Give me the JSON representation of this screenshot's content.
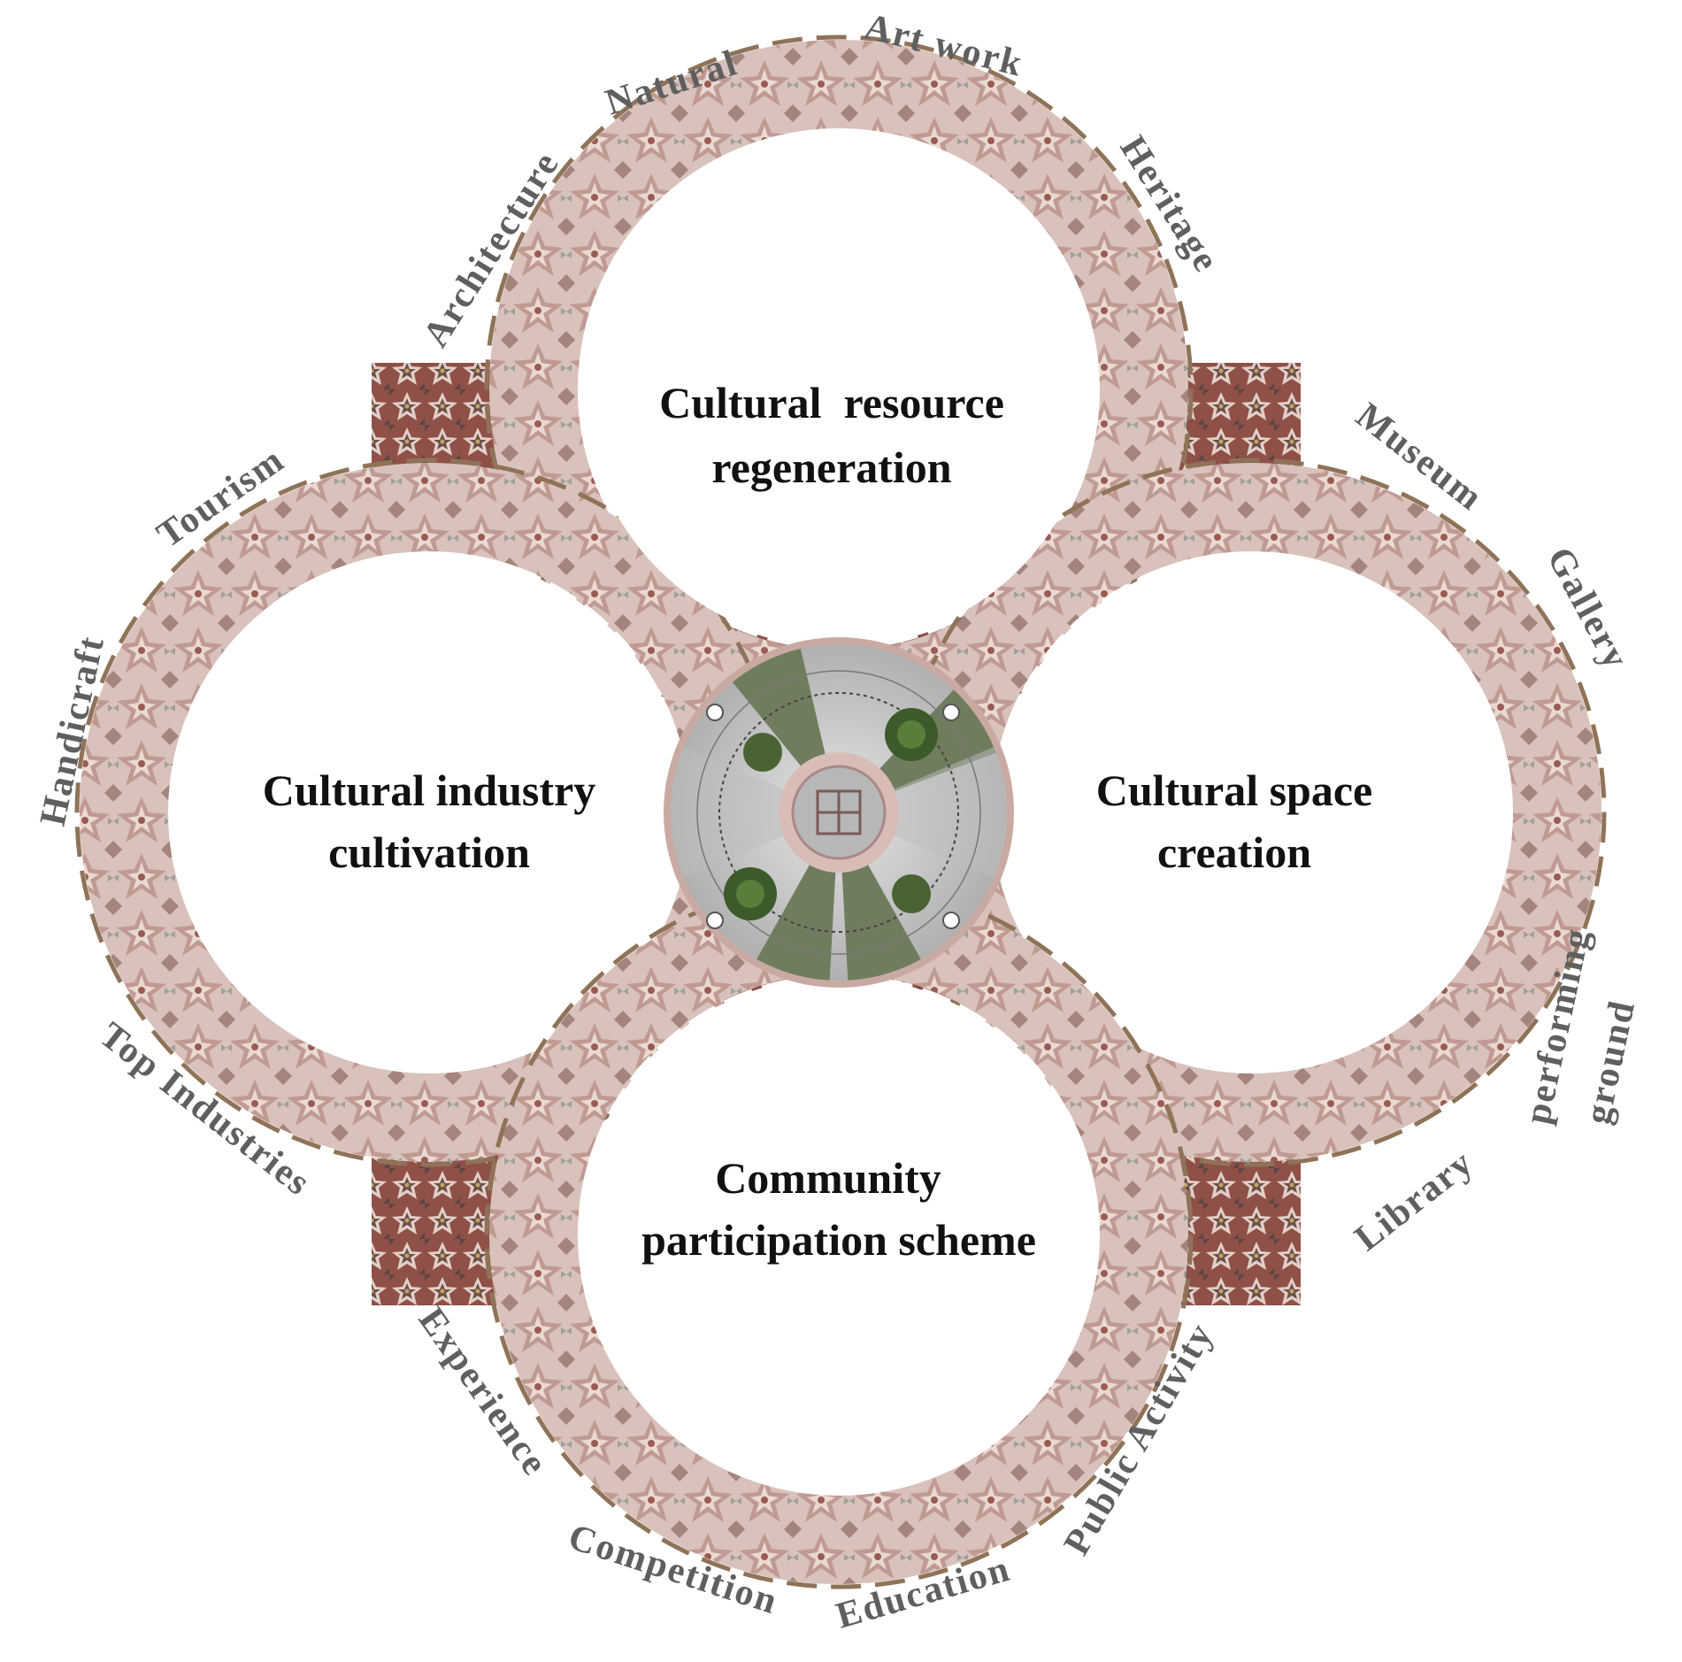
{
  "colors": {
    "ring_base": "#d9c3bc",
    "ring_dark": "#a77a70",
    "tile_red": "#8e4a40",
    "tile_dark": "#6b5350",
    "tile_gold": "#b49a5e",
    "dashed_brown": "#8f7358",
    "hub_grey": "#c4c4c4",
    "hub_green": "#6f7d5e",
    "hub_rim": "#c8a7a0",
    "label_grey": "#5f5f5f"
  },
  "circles": {
    "top": {
      "title_lines": [
        "Cultural  resource",
        "regeneration"
      ]
    },
    "left": {
      "title_lines": [
        "Cultural industry",
        "cultivation"
      ]
    },
    "right": {
      "title_lines": [
        "Cultural space",
        "creation"
      ]
    },
    "bottom": {
      "title_lines": [
        "Community",
        "participation scheme"
      ]
    }
  },
  "labels": {
    "natural": "Natural",
    "art_work": "Art work",
    "architecture": "Architecture",
    "heritage": "Heritage",
    "tourism": "Tourism",
    "handicraft": "Handicraft",
    "top_industries": "Top Industries",
    "museum": "Museum",
    "gallery": "Gallery",
    "performing": "performing",
    "ground": "ground",
    "library": "Library",
    "experience": "Experience",
    "competition": "Competition",
    "education": "Education",
    "public_activity": "Public Activity"
  },
  "hub": {
    "icon": "square-grid-icon",
    "plants": [
      "palm-plant-icon",
      "shrub-icon"
    ]
  }
}
